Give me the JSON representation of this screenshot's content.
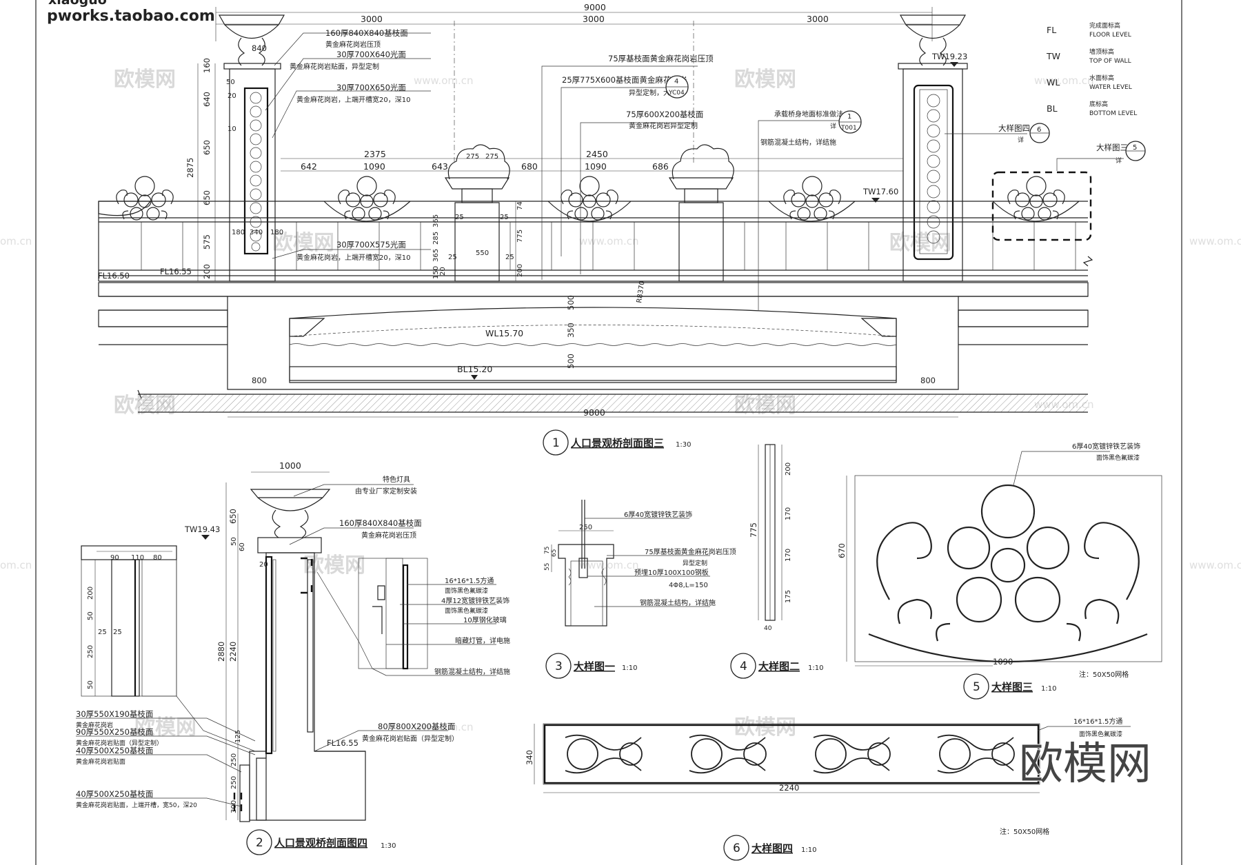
{
  "site": {
    "line1": "xiaoguo",
    "line2": "pworks.taobao.com"
  },
  "watermark": {
    "text": "欧模网",
    "url": "www.om.cn",
    "url_short": "om.cn"
  },
  "legend": [
    {
      "code": "FL",
      "cn": "完成面标高",
      "en": "FLOOR LEVEL"
    },
    {
      "code": "TW",
      "cn": "墙顶标高",
      "en": "TOP OF WALL"
    },
    {
      "code": "WL",
      "cn": "水面标高",
      "en": "WATER LEVEL"
    },
    {
      "code": "BL",
      "cn": "底标高",
      "en": "BOTTOM LEVEL"
    }
  ],
  "elevation": {
    "dims_top": {
      "total": "9000",
      "seg1": "3000",
      "seg2": "3000",
      "seg3": "3000"
    },
    "dims_mid": {
      "a": "2375",
      "b": "2450",
      "c": "642",
      "d": "1090",
      "e": "643",
      "f": "680",
      "g": "1090",
      "h": "686",
      "i": "275",
      "j": "275"
    },
    "dims_left": {
      "a": "160",
      "b": "640",
      "c": "650",
      "d": "650",
      "e": "575",
      "f": "200",
      "total": "2875",
      "g": "50",
      "h": "20",
      "i": "10",
      "j": "840"
    },
    "dims_pier": {
      "a": "180",
      "b": "340",
      "c": "180"
    },
    "dims_pot": {
      "a": "25",
      "b": "25",
      "c": "550",
      "d": "25",
      "e": "25",
      "f": "365",
      "g": "285",
      "h": "365",
      "i": "20",
      "j": "150",
      "k": "74",
      "l": "775",
      "m": "200"
    },
    "dims_bridge": {
      "total": "9800",
      "left": "800",
      "right": "800",
      "a": "500",
      "b": "350",
      "c": "500",
      "r": "R8370"
    },
    "levels": {
      "fl1": "FL16.50",
      "fl2": "FL16.55",
      "tw1": "TW19.23",
      "tw2": "TW17.60",
      "wl": "WL15.70",
      "bl": "BL15.20"
    },
    "notes": [
      "160厚840X840基枝面",
      "黄金麻花岗岩压顶",
      "30厚700X640光面",
      "黄金麻花岗岩贴面，异型定制",
      "30厚700X650光面",
      "黄金麻花岗岩，上端开槽宽20，深10",
      "30厚700X575光面",
      "黄金麻花岗岩，上端开槽宽20，深10",
      "75厚基枝面黄金麻花岗岩压顶",
      "25厚775X600基枝面黄金麻花岗岩",
      "异型定制，大样详",
      "75厚600X200基枝面",
      "黄金麻花岗岩异型定制",
      "承载桥身地面标准做法",
      "钢筋混凝土结构，详结施"
    ],
    "callouts": {
      "yc_num": "4",
      "yc_ref": "YC04",
      "t_num": "1",
      "t_ref": "T001",
      "d4": "大样图四",
      "d4_num": "6",
      "d3": "大样图三",
      "d3_num": "5",
      "ref_mark": "详"
    },
    "title": {
      "num": "1",
      "text": "人口景观桥剖面图三",
      "scale": "1:30"
    }
  },
  "section2": {
    "dims": {
      "top": "1000",
      "a": "650",
      "b": "50",
      "c": "60",
      "d": "20",
      "e": "2880",
      "f": "2240",
      "g": "125",
      "h": "250",
      "i": "250",
      "j": "300"
    },
    "detail_dims": {
      "a": "90",
      "b": "110",
      "c": "80",
      "d": "200",
      "e": "50",
      "f": "25",
      "g": "25",
      "h": "250",
      "i": "50"
    },
    "levels": {
      "tw": "TW19.43",
      "fl": "FL16.55"
    },
    "notes_top": [
      "特色灯具",
      "由专业厂家定制安装",
      "160厚840X840基枝面",
      "黄金麻花岗岩压顶"
    ],
    "notes_right": [
      "16*16*1.5方通",
      "面饰黑色氟碳漆",
      "4厚12宽镀锌铁艺装饰",
      "面饰黑色氟碳漆",
      "10厚钢化玻璃",
      "暗藏灯管，详电施",
      "钢筋混凝土结构，详结施"
    ],
    "notes_bottom_right": [
      "80厚800X200基枝面",
      "黄金麻花岗岩贴面（异型定制）"
    ],
    "notes_left": [
      "30厚550X190基枝面",
      "黄金麻花岗岩",
      "90厚550X250基枝面",
      "黄金麻花岗岩贴面（异型定制）",
      "40厚500X250基枝面",
      "黄金麻花岗岩贴面",
      "40厚500X250基枝面",
      "黄金麻花岗岩贴面，上端开槽，宽50，深20"
    ],
    "title": {
      "num": "2",
      "text": "人口景观桥剖面图四",
      "scale": "1:30"
    }
  },
  "detail3": {
    "dims": {
      "a": "250",
      "b": "75",
      "c": "65",
      "d": "55"
    },
    "notes": [
      "6厚40宽镀锌铁艺装饰",
      "75厚基枝面黄金麻花岗岩压顶",
      "异型定制",
      "预埋10厚100X100钢板",
      "4Φ8,L=150",
      "钢筋混凝土结构，详结施"
    ],
    "title": {
      "num": "3",
      "text": "大样图一",
      "scale": "1:10"
    }
  },
  "detail4": {
    "dims": {
      "h": "775",
      "a": "200",
      "b": "170",
      "c": "170",
      "d": "175",
      "e": "40"
    },
    "title": {
      "num": "4",
      "text": "大样图二",
      "scale": "1:10"
    }
  },
  "detail5": {
    "dims": {
      "w": "1090",
      "h": "670"
    },
    "notes": [
      "6厚40宽镀锌铁艺装饰",
      "面饰黑色氟碳漆"
    ],
    "grid_note": "注：50X50网格",
    "title": {
      "num": "5",
      "text": "大样图三",
      "scale": "1:10"
    }
  },
  "detail6": {
    "dims": {
      "w": "2240",
      "h": "340"
    },
    "notes": [
      "16*16*1.5方通",
      "面饰黑色氟碳漆"
    ],
    "grid_note": "注：50X50网格",
    "title": {
      "num": "6",
      "text": "大样图四",
      "scale": "1:10"
    }
  },
  "brand": "欧模网",
  "colors": {
    "ink": "#222222",
    "watermark": "#d9d9d9",
    "paper": "#ffffff"
  }
}
